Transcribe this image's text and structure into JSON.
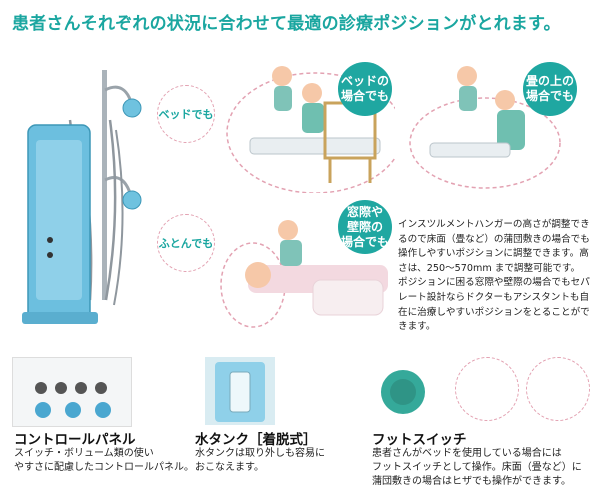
{
  "headline": "患者さんそれぞれの状況に合わせて最適の診療ポジションがとれます。",
  "tags": {
    "bed": "ベッドでも",
    "futon": "ふとんでも"
  },
  "badges": {
    "bed": "ベッドの\n場合でも",
    "tatami": "畳の上の\n場合でも",
    "window": "窓際や\n壁際の\n場合でも"
  },
  "description": "インスツルメントハンガーの高さが調整できるので床面（畳など）の蒲団敷きの場合でも操作しやすいポジションに調整できます。高さは、250～570mm まで調整可能です。\nポジションに困る窓際や壁際の場合でもセパレート設計ならドクターもアシスタントも自在に治療しやすいポジションをとることができます。",
  "features": [
    {
      "title": "コントロールパネル",
      "text": "スイッチ・ボリューム類の使い\nやすさに配慮したコントロールパネル。"
    },
    {
      "title": "水タンク［着脱式］",
      "text": "水タンクは取り外しも容易に\nおこなえます。"
    },
    {
      "title": "フットスイッチ",
      "text": "患者さんがベッドを使用している場合には\nフットスイッチとして操作。床面（畳など）に\n蒲団敷きの場合はヒザでも操作ができます。"
    }
  ],
  "colors": {
    "accent": "#1aa6a0",
    "unit_blue": "#5bb8d8",
    "dash_pink": "#e3a2b2"
  }
}
